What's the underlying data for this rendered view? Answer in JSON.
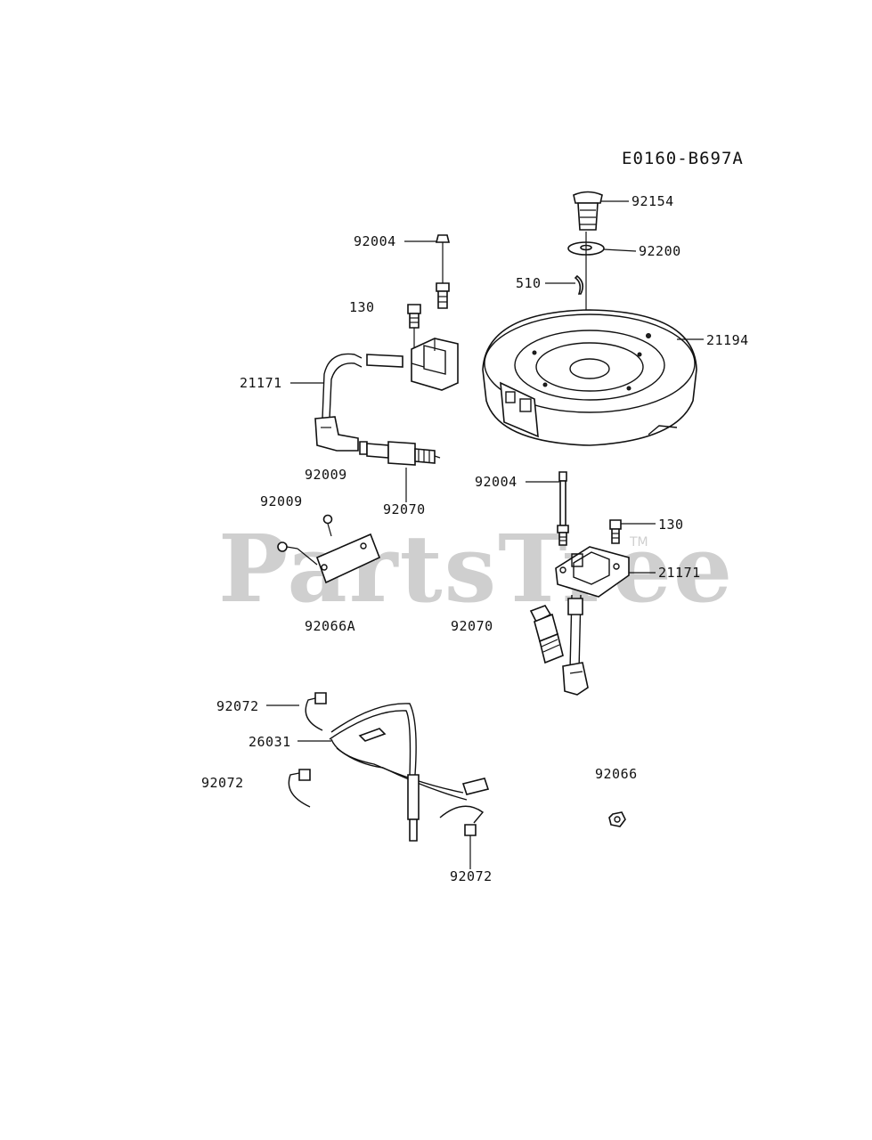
{
  "diagram": {
    "code": "E0160-B697A",
    "watermark": {
      "brand": "PartsTree",
      "trademark": "TM"
    },
    "callouts": {
      "p92154": "92154",
      "p92200": "92200",
      "p510": "510",
      "p21194": "21194",
      "p92004_top": "92004",
      "p130_top": "130",
      "p21171_left": "21171",
      "p92009_a": "92009",
      "p92009_b": "92009",
      "p92070_left": "92070",
      "p92066A": "92066A",
      "p92004_right": "92004",
      "p130_right": "130",
      "p21171_right": "21171",
      "p92070_right": "92070",
      "p92072_a": "92072",
      "p26031": "26031",
      "p92072_b": "92072",
      "p92072_c": "92072",
      "p92066": "92066"
    }
  }
}
